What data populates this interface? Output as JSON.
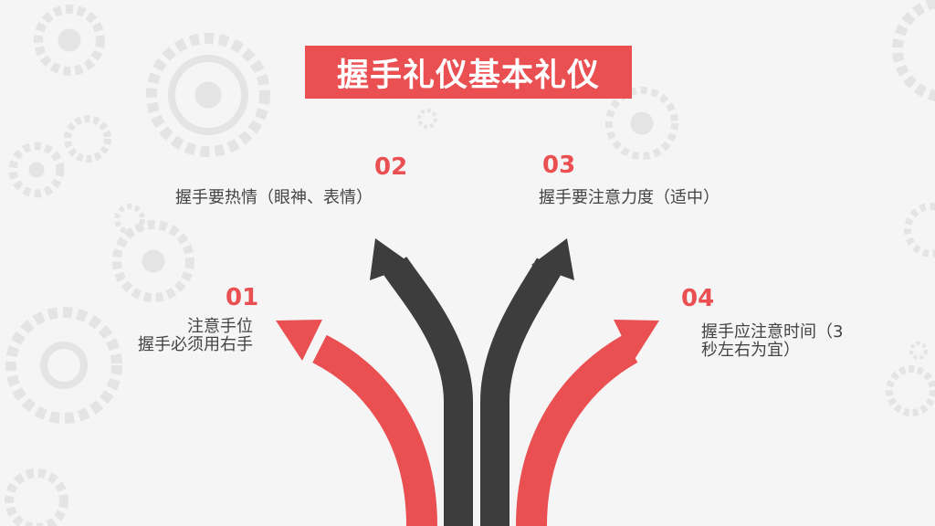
{
  "slide": {
    "title": "握手礼仪基本礼仪",
    "colors": {
      "accent": "#ea4f52",
      "dark": "#3d3d3d",
      "background": "#f5f5f5",
      "gear": "#e3e3e3"
    },
    "points": [
      {
        "number": "01",
        "lines": [
          "注意手位",
          "握手必须用右手"
        ]
      },
      {
        "number": "02",
        "lines": [
          "握手要热情（眼神、表情）"
        ]
      },
      {
        "number": "03",
        "lines": [
          "握手要注意力度（适中）"
        ]
      },
      {
        "number": "04",
        "lines": [
          "握手应注意时间（3",
          "秒左右为宜）"
        ]
      }
    ],
    "icons": {
      "background": "gear-icon",
      "arrows": "arrow-icon"
    }
  }
}
